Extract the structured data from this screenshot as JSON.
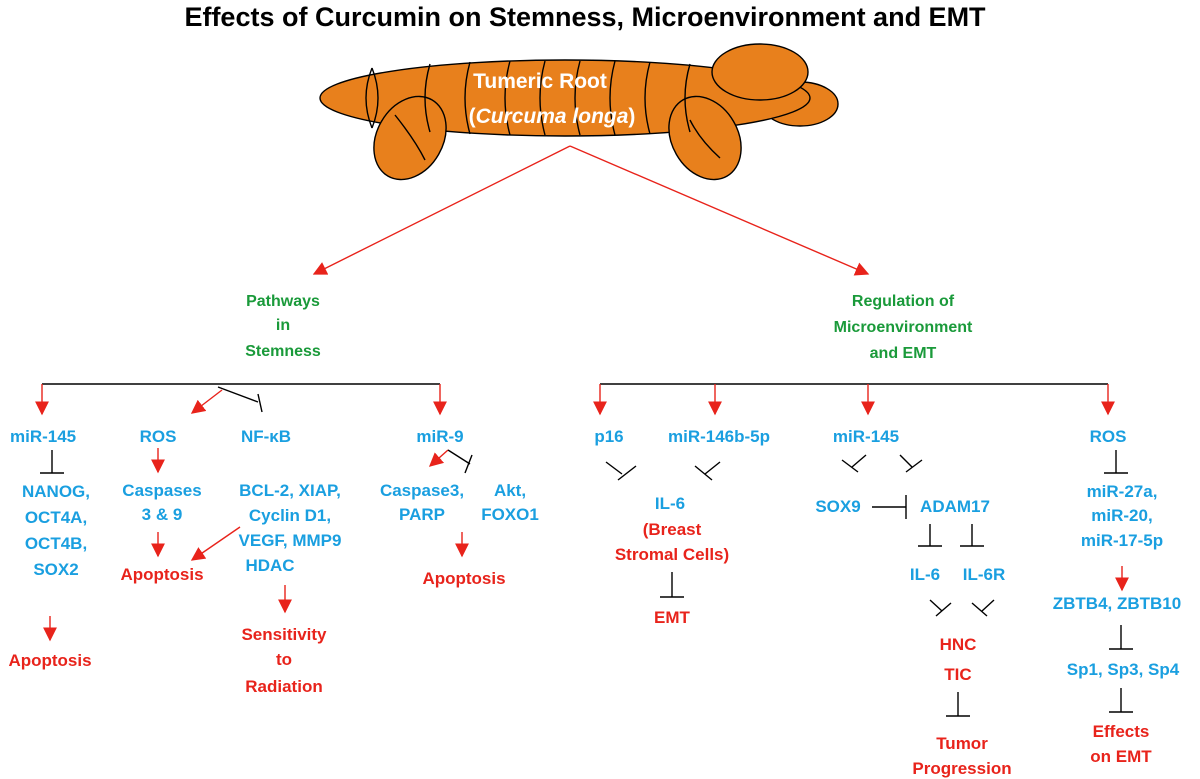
{
  "title": "Effects of Curcumin on Stemness, Microenvironment and EMT",
  "root": {
    "line1": "Tumeric Root",
    "line2_open": "(",
    "line2_italic": "Curcuma longa",
    "line2_close": ")"
  },
  "branches": {
    "stemness": [
      "Pathways",
      "in",
      "Stemness"
    ],
    "microenvironment": [
      "Regulation of",
      "Microenvironment",
      "and EMT"
    ]
  },
  "left": {
    "mir145": "miR-145",
    "nanog": [
      "NANOG,",
      "OCT4A,",
      "OCT4B,",
      "SOX2"
    ],
    "apoptosis1": "Apoptosis",
    "ros": "ROS",
    "nfkb": "NF-κB",
    "caspases": [
      "Caspases",
      "3 & 9"
    ],
    "apoptosis2": "Apoptosis",
    "bcl2": [
      "BCL-2, XIAP,",
      "Cyclin D1,",
      "VEGF, MMP9",
      "HDAC"
    ],
    "sensitivity": [
      "Sensitivity",
      "to",
      "Radiation"
    ],
    "mir9": "miR-9",
    "caspase3": [
      "Caspase3,",
      "PARP"
    ],
    "akt": [
      "Akt,",
      "FOXO1"
    ],
    "apoptosis3": "Apoptosis"
  },
  "right": {
    "p16": "p16",
    "mir146": "miR-146b-5p",
    "il6a": "IL-6",
    "breast": [
      "(Breast",
      "Stromal Cells)"
    ],
    "emt": "EMT",
    "mir145": "miR-145",
    "sox9": "SOX9",
    "adam17": "ADAM17",
    "il6b": "IL-6",
    "il6r": "IL-6R",
    "hnc": [
      "HNC",
      "TIC"
    ],
    "tumor": [
      "Tumor",
      "Progression"
    ],
    "ros": "ROS",
    "mirs": [
      "miR-27a,",
      "miR-20,",
      "miR-17-5p"
    ],
    "zbtb": "ZBTB4, ZBTB10",
    "sp": "Sp1, Sp3, Sp4",
    "effects": [
      "Effects",
      "on EMT"
    ]
  },
  "colors": {
    "blue": "#1a9fe0",
    "red": "#e8231b",
    "green": "#1a9a3a",
    "orange": "#e8801c"
  }
}
